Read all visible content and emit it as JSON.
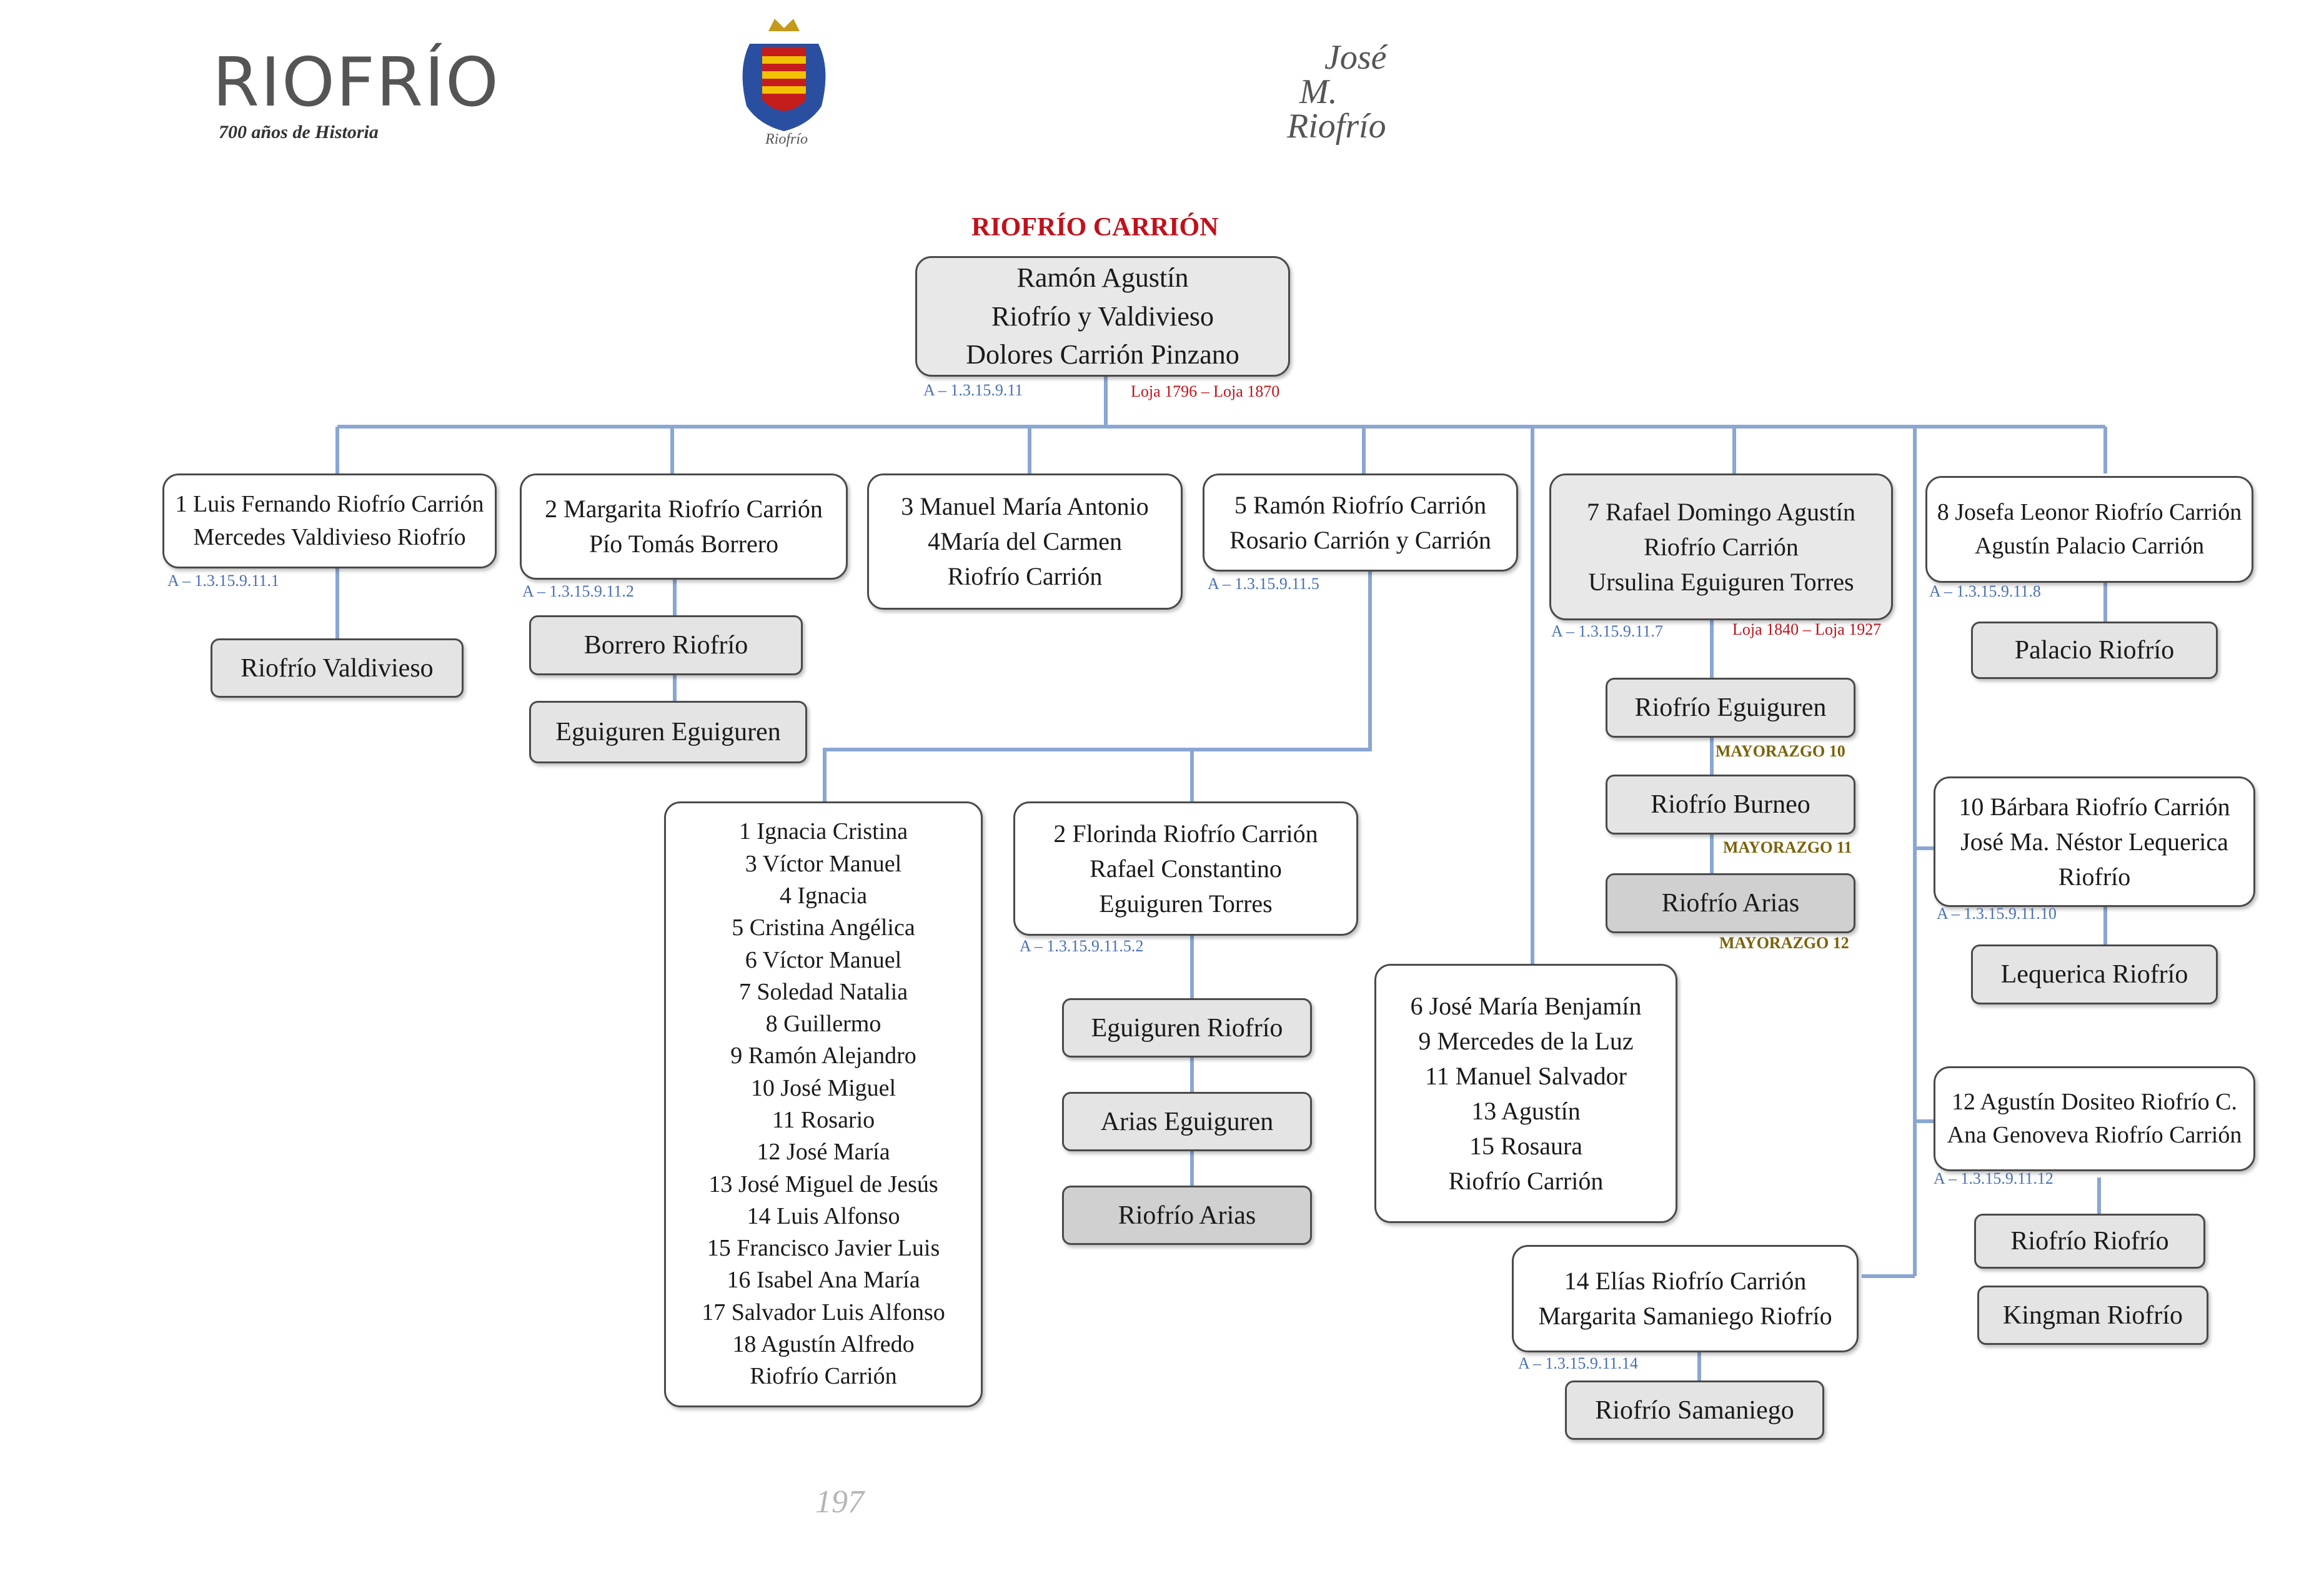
{
  "header": {
    "brand": "RIOFRÍO",
    "brand_sub": "700 años de Historia",
    "crest_caption": "Riofrío",
    "signature": [
      "José",
      "M.",
      "Riofrío"
    ]
  },
  "title": "RIOFRÍO CARRIÓN",
  "root": {
    "lines": [
      "Ramón Agustín",
      "Riofrío y Valdivieso",
      "Dolores Carrión Pinzano"
    ],
    "code": "A – 1.3.15.9.11",
    "dates": "Loja 1796 – Loja 1870"
  },
  "children": [
    {
      "id": "c1",
      "lines": [
        "1 Luis Fernando Riofrío Carrión",
        "Mercedes Valdivieso Riofrío"
      ],
      "code": "A – 1.3.15.9.11.1"
    },
    {
      "id": "c2",
      "lines": [
        "2 Margarita Riofrío Carrión",
        "Pío Tomás Borrero"
      ],
      "code": "A – 1.3.15.9.11.2"
    },
    {
      "id": "c3",
      "lines": [
        "3 Manuel María Antonio",
        "4María del Carmen",
        "Riofrío Carrión"
      ]
    },
    {
      "id": "c5",
      "lines": [
        "5 Ramón Riofrío Carrión",
        "Rosario Carrión y Carrión"
      ],
      "code": "A – 1.3.15.9.11.5"
    },
    {
      "id": "c7",
      "lines": [
        "7 Rafael Domingo Agustín",
        "Riofrío Carrión",
        "Ursulina Eguiguren Torres"
      ],
      "code": "A – 1.3.15.9.11.7",
      "dates": "Loja 1840 – Loja 1927"
    },
    {
      "id": "c8",
      "lines": [
        "8 Josefa Leonor Riofrío Carrión",
        "Agustín Palacio Carrión"
      ],
      "code": "A – 1.3.15.9.11.8"
    },
    {
      "id": "c10",
      "lines": [
        "10 Bárbara Riofrío Carrión",
        "José Ma. Néstor Lequerica",
        "Riofrío"
      ],
      "code": "A – 1.3.15.9.11.10"
    },
    {
      "id": "c12",
      "lines": [
        "12 Agustín Dositeo Riofrío C.",
        "Ana Genoveva Riofrío Carrión"
      ],
      "code": "A – 1.3.15.9.11.12"
    },
    {
      "id": "c6",
      "lines": [
        "6 José María Benjamín",
        "9 Mercedes de la Luz",
        "11 Manuel Salvador",
        "13 Agustín",
        "15 Rosaura",
        "Riofrío Carrión"
      ]
    },
    {
      "id": "c14",
      "lines": [
        "14 Elías Riofrío Carrión",
        "Margarita Samaniego Riofrío"
      ],
      "code": "A – 1.3.15.9.11.14"
    }
  ],
  "grandchildren": {
    "list": [
      "1 Ignacia Cristina",
      "3 Víctor Manuel",
      "4 Ignacia",
      "5 Cristina Angélica",
      "6 Víctor Manuel",
      "7 Soledad Natalia",
      "8 Guillermo",
      "9 Ramón Alejandro",
      "10 José Miguel",
      "11 Rosario",
      "12 José María",
      "13 José Miguel de Jesús",
      "14 Luis Alfonso",
      "15 Francisco Javier Luis",
      "16 Isabel Ana María",
      "17 Salvador Luis Alfonso",
      "18 Agustín Alfredo",
      "Riofrío Carrión"
    ],
    "florinda": {
      "lines": [
        "2 Florinda Riofrío Carrión",
        "Rafael Constantino",
        "Eguiguren Torres"
      ],
      "code": "A – 1.3.15.9.11.5.2"
    }
  },
  "families": {
    "riofrio_valdivieso": "Riofrío Valdivieso",
    "borrero_riofrio": "Borrero Riofrío",
    "eguiguren_eguiguren": "Eguiguren Eguiguren",
    "riofrio_eguiguren": "Riofrío Eguiguren",
    "riofrio_burneo": "Riofrío Burneo",
    "riofrio_arias_7": "Riofrío Arias",
    "palacio_riofrio": "Palacio Riofrío",
    "lequerica_riofrio": "Lequerica Riofrío",
    "riofrio_riofrio": "Riofrío Riofrío",
    "kingman_riofrio": "Kingman Riofrío",
    "riofrio_samaniego": "Riofrío Samaniego",
    "eguiguren_riofrio": "Eguiguren Riofrío",
    "arias_eguiguren": "Arias Eguiguren",
    "riofrio_arias_f": "Riofrío Arias"
  },
  "mayorazgos": [
    "MAYORAZGO 10",
    "MAYORAZGO 11",
    "MAYORAZGO 12"
  ],
  "page_number": "197"
}
